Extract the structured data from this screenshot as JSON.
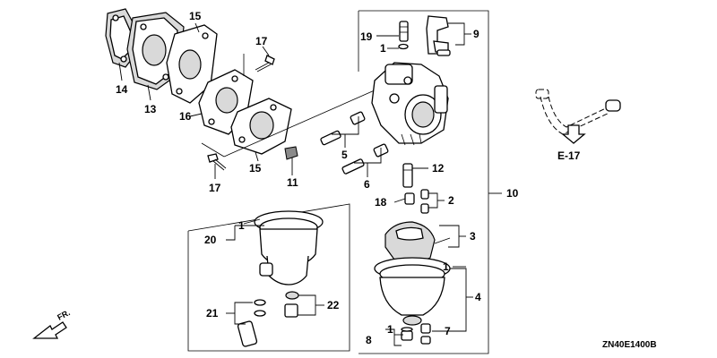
{
  "diagram": {
    "diagram_code": "ZN40E1400B",
    "reference_label": "E-17",
    "front_label": "FR.",
    "callouts": {
      "c1a": "1",
      "c1b": "1",
      "c1c": "1",
      "c1d": "1",
      "c2": "2",
      "c3": "3",
      "c4": "4",
      "c5": "5",
      "c6": "6",
      "c7": "7",
      "c8": "8",
      "c9": "9",
      "c10": "10",
      "c11": "11",
      "c12": "12",
      "c13": "13",
      "c14": "14",
      "c15a": "15",
      "c15b": "15",
      "c16": "16",
      "c17a": "17",
      "c17b": "17",
      "c18": "18",
      "c19": "19",
      "c20": "20",
      "c21": "21",
      "c22": "22"
    }
  }
}
